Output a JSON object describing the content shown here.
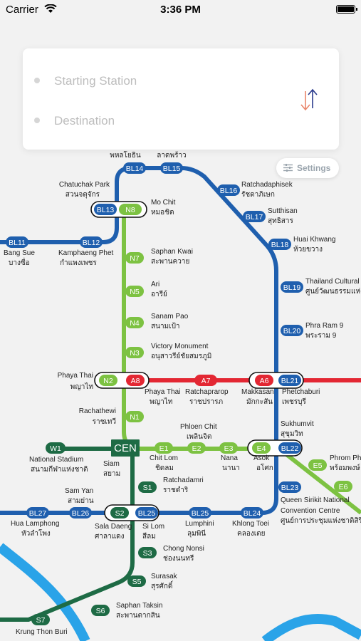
{
  "status_bar": {
    "carrier": "Carrier",
    "time": "3:36 PM"
  },
  "search": {
    "start_placeholder": "Starting Station",
    "dest_placeholder": "Destination"
  },
  "settings_label": "Settings",
  "map": {
    "labels": [
      {
        "t": "พหลโยธิน"
      },
      {
        "t": "ลาดพร้าว"
      },
      {
        "t": "Chatuchak Park"
      },
      {
        "t": "สวนจตุจักร"
      },
      {
        "t": "Mo Chit"
      },
      {
        "t": "หมอชิต"
      },
      {
        "t": "Ratchadaphisek"
      },
      {
        "t": "รัชดาภิเษก"
      },
      {
        "t": "Sutthisan"
      },
      {
        "t": "สุทธิสาร"
      },
      {
        "t": "Huai Khwang"
      },
      {
        "t": "ห้วยขวาง"
      },
      {
        "t": "Bang Sue"
      },
      {
        "t": "บางซื่อ"
      },
      {
        "t": "Kamphaeng Phet"
      },
      {
        "t": "กำแพงเพชร"
      },
      {
        "t": "Saphan Kwai"
      },
      {
        "t": "สะพานควาย"
      },
      {
        "t": "Ari"
      },
      {
        "t": "อารีย์"
      },
      {
        "t": "Thailand Cultural"
      },
      {
        "t": "ศูนย์วัฒนธรรมแห่งประเ"
      },
      {
        "t": "Sanam Pao"
      },
      {
        "t": "สนามเป้า"
      },
      {
        "t": "Phra Ram 9"
      },
      {
        "t": "พระราม 9"
      },
      {
        "t": "Victory Monument"
      },
      {
        "t": "อนุสาวรีย์ชัยสมรภูมิ"
      },
      {
        "t": "Phaya Thai"
      },
      {
        "t": "พญาไท"
      },
      {
        "t": "Phaya Thai"
      },
      {
        "t": "พญาไท"
      },
      {
        "t": "Ratchaprarop"
      },
      {
        "t": "ราชปรารภ"
      },
      {
        "t": "Makkasan"
      },
      {
        "t": "มักกะสัน"
      },
      {
        "t": "Phetchaburi"
      },
      {
        "t": "เพชรบุรี"
      },
      {
        "t": "Rachathewi"
      },
      {
        "t": "ราชเทวี"
      },
      {
        "t": "Phloen Chit"
      },
      {
        "t": "เพลินจิต"
      },
      {
        "t": "Sukhumvit"
      },
      {
        "t": "สุขุมวิท"
      },
      {
        "t": "Phrom Ph"
      },
      {
        "t": "พร้อมพงษ์"
      },
      {
        "t": "National Stadium"
      },
      {
        "t": "สนามกีฬาแห่งชาติ"
      },
      {
        "t": "Siam"
      },
      {
        "t": "สยาม"
      },
      {
        "t": "Chit Lom"
      },
      {
        "t": "ชิดลม"
      },
      {
        "t": "Nana"
      },
      {
        "t": "นานา"
      },
      {
        "t": "Asok"
      },
      {
        "t": "อโศก"
      },
      {
        "t": "Ratchadamri"
      },
      {
        "t": "ราชดำริ"
      },
      {
        "t": "Sam Yan"
      },
      {
        "t": "สามย่าน"
      },
      {
        "t": "Queen Sirikit National"
      },
      {
        "t": "Convention Centre"
      },
      {
        "t": "ศูนย์การประชุมแห่งชาติสิริกิติ์"
      },
      {
        "t": "Hua Lamphong"
      },
      {
        "t": "หัวลำโพง"
      },
      {
        "t": "Sala Daeng"
      },
      {
        "t": "ศาลาแดง"
      },
      {
        "t": "Si Lom"
      },
      {
        "t": "สีลม"
      },
      {
        "t": "Lumphini"
      },
      {
        "t": "ลุมพินี"
      },
      {
        "t": "Khlong Toei"
      },
      {
        "t": "คลองเตย"
      },
      {
        "t": "Chong Nonsi"
      },
      {
        "t": "ช่องนนทรี"
      },
      {
        "t": "Surasak"
      },
      {
        "t": "สุรศักดิ์"
      },
      {
        "t": "Saphan Taksin"
      },
      {
        "t": "สะพานตากสิน"
      },
      {
        "t": "Krung Thon Buri"
      }
    ],
    "stations": [
      {
        "code": "BL14",
        "line": "blue"
      },
      {
        "code": "BL15",
        "line": "blue"
      },
      {
        "code": "BL16",
        "line": "blue"
      },
      {
        "code": "BL17",
        "line": "blue"
      },
      {
        "code": "BL18",
        "line": "blue"
      },
      {
        "code": "BL19",
        "line": "blue"
      },
      {
        "code": "BL20",
        "line": "blue"
      },
      {
        "code": "BL21",
        "line": "blue"
      },
      {
        "code": "BL22",
        "line": "blue"
      },
      {
        "code": "BL23",
        "line": "blue"
      },
      {
        "code": "BL24",
        "line": "blue"
      },
      {
        "code": "BL25",
        "line": "blue"
      },
      {
        "code": "BL25",
        "line": "blue"
      },
      {
        "code": "BL26",
        "line": "blue"
      },
      {
        "code": "BL27",
        "line": "blue"
      },
      {
        "code": "BL13",
        "line": "blue"
      },
      {
        "code": "BL12",
        "line": "blue"
      },
      {
        "code": "BL11",
        "line": "blue"
      },
      {
        "code": "N8",
        "line": "lightgreen"
      },
      {
        "code": "N7",
        "line": "lightgreen"
      },
      {
        "code": "N5",
        "line": "lightgreen"
      },
      {
        "code": "N4",
        "line": "lightgreen"
      },
      {
        "code": "N3",
        "line": "lightgreen"
      },
      {
        "code": "N2",
        "line": "lightgreen"
      },
      {
        "code": "N1",
        "line": "lightgreen"
      },
      {
        "code": "E1",
        "line": "lightgreen"
      },
      {
        "code": "E2",
        "line": "lightgreen"
      },
      {
        "code": "E3",
        "line": "lightgreen"
      },
      {
        "code": "E4",
        "line": "lightgreen"
      },
      {
        "code": "E5",
        "line": "lightgreen"
      },
      {
        "code": "E6",
        "line": "lightgreen"
      },
      {
        "code": "A8",
        "line": "red"
      },
      {
        "code": "A7",
        "line": "red"
      },
      {
        "code": "A6",
        "line": "red"
      },
      {
        "code": "W1",
        "line": "darkgreen"
      },
      {
        "code": "CEN",
        "line": "darkgreen"
      },
      {
        "code": "S1",
        "line": "darkgreen"
      },
      {
        "code": "S2",
        "line": "darkgreen"
      },
      {
        "code": "S3",
        "line": "darkgreen"
      },
      {
        "code": "S5",
        "line": "darkgreen"
      },
      {
        "code": "S6",
        "line": "darkgreen"
      },
      {
        "code": "S7",
        "line": "darkgreen"
      }
    ]
  },
  "colors": {
    "blue": "#1f5fae",
    "lightgreen": "#7dc242",
    "red": "#e32733",
    "darkgreen": "#1e6b45",
    "river": "#2aa3e8",
    "swap_down": "#e9866b",
    "swap_up": "#2a3a8c"
  }
}
